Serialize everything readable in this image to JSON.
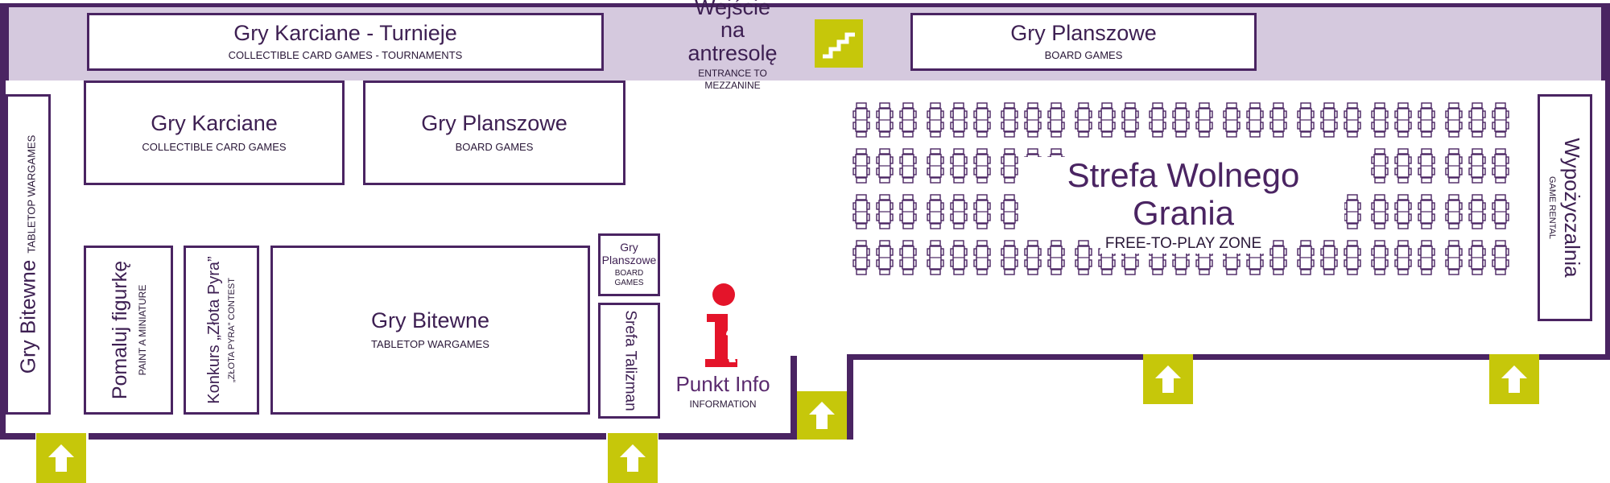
{
  "colors": {
    "wall": "#4a2462",
    "mezzanine_band": "#d5c9de",
    "text": "#3d1f52",
    "entrance_marker": "#c6c70a",
    "info_red": "#e4142a"
  },
  "mezzanine": {
    "card_tournaments": {
      "title": "Gry Karciane - Turnieje",
      "subtitle": "COLLECTIBLE CARD GAMES - TOURNAMENTS"
    },
    "entrance": {
      "title_line1": "Wejście",
      "title_line2": "na antresolę",
      "subtitle": "ENTRANCE TO MEZZANINE",
      "icon": "stairs-icon"
    },
    "board_games": {
      "title": "Gry Planszowe",
      "subtitle": "BOARD GAMES"
    }
  },
  "floor": {
    "wargames_side": {
      "title": "Gry Bitewne",
      "subtitle": "TABLETOP WARGAMES"
    },
    "card_games": {
      "title": "Gry Karciane",
      "subtitle": "COLLECTIBLE CARD GAMES"
    },
    "board_games": {
      "title": "Gry Planszowe",
      "subtitle": "BOARD GAMES"
    },
    "paint_miniature": {
      "title": "Pomaluj figurkę",
      "subtitle": "PAINT A MINIATURE"
    },
    "contest": {
      "title": "Konkurs „Złota Pyra”",
      "subtitle": "„ZŁOTA PYRA” CONTEST"
    },
    "wargames_main": {
      "title": "Gry Bitewne",
      "subtitle": "TABLETOP WARGAMES"
    },
    "board_games_small": {
      "title_line1": "Gry",
      "title_line2": "Planszowe",
      "subtitle": "BOARD GAMES"
    },
    "talisman": {
      "title": "Srefa Talizman"
    },
    "info_point": {
      "title": "Punkt Info",
      "subtitle": "INFORMATION",
      "icon": "info-icon"
    },
    "free_play": {
      "title": "Strefa Wolnego Grania",
      "subtitle": "FREE-TO-PLAY ZONE",
      "icon": "table-icon"
    },
    "rental": {
      "title": "Wypożyczalnia",
      "subtitle": "GAME RENTAL"
    }
  },
  "entrances": {
    "icon": "up-arrow-icon",
    "count": 5
  }
}
